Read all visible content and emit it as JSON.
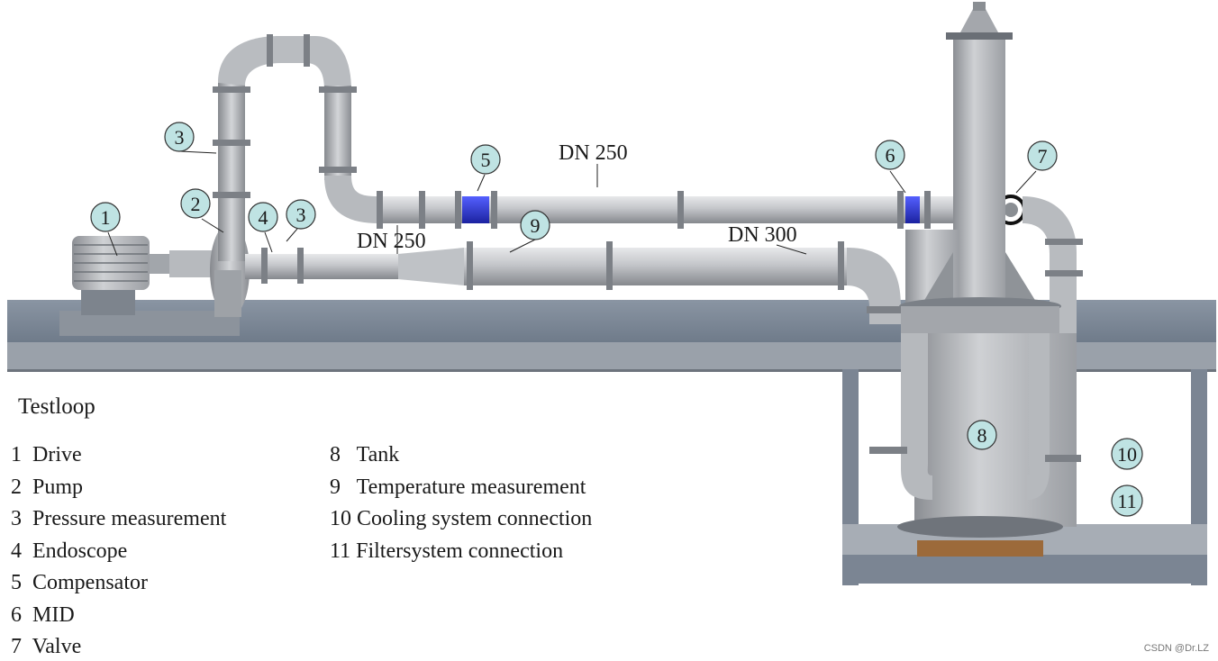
{
  "diagram": {
    "title": "Testloop",
    "pipe_labels": {
      "dn250_top": "DN 250",
      "dn250_mid": "DN 250",
      "dn300": "DN 300"
    },
    "callouts": [
      "1",
      "2",
      "3",
      "3",
      "4",
      "5",
      "6",
      "7",
      "8",
      "9",
      "10",
      "11"
    ],
    "legend_left": [
      {
        "num": "1",
        "label": "Drive"
      },
      {
        "num": "2",
        "label": "Pump"
      },
      {
        "num": "3",
        "label": "Pressure measurement"
      },
      {
        "num": "4",
        "label": "Endoscope"
      },
      {
        "num": "5",
        "label": "Compensator"
      },
      {
        "num": "6",
        "label": "MID"
      },
      {
        "num": "7",
        "label": "Valve"
      }
    ],
    "legend_right": [
      {
        "num": "8",
        "label": "Tank"
      },
      {
        "num": "9",
        "label": "Temperature measurement"
      },
      {
        "num": "10",
        "label": "Cooling system connection"
      },
      {
        "num": "11",
        "label": "Filtersystem connection"
      }
    ]
  },
  "watermark": "CSDN @Dr.LZ",
  "colors": {
    "callout_fill": "#bfe3e3",
    "pipe": "#a9acb1",
    "platform": "#7b8796",
    "compensator": "#2b35c8"
  }
}
